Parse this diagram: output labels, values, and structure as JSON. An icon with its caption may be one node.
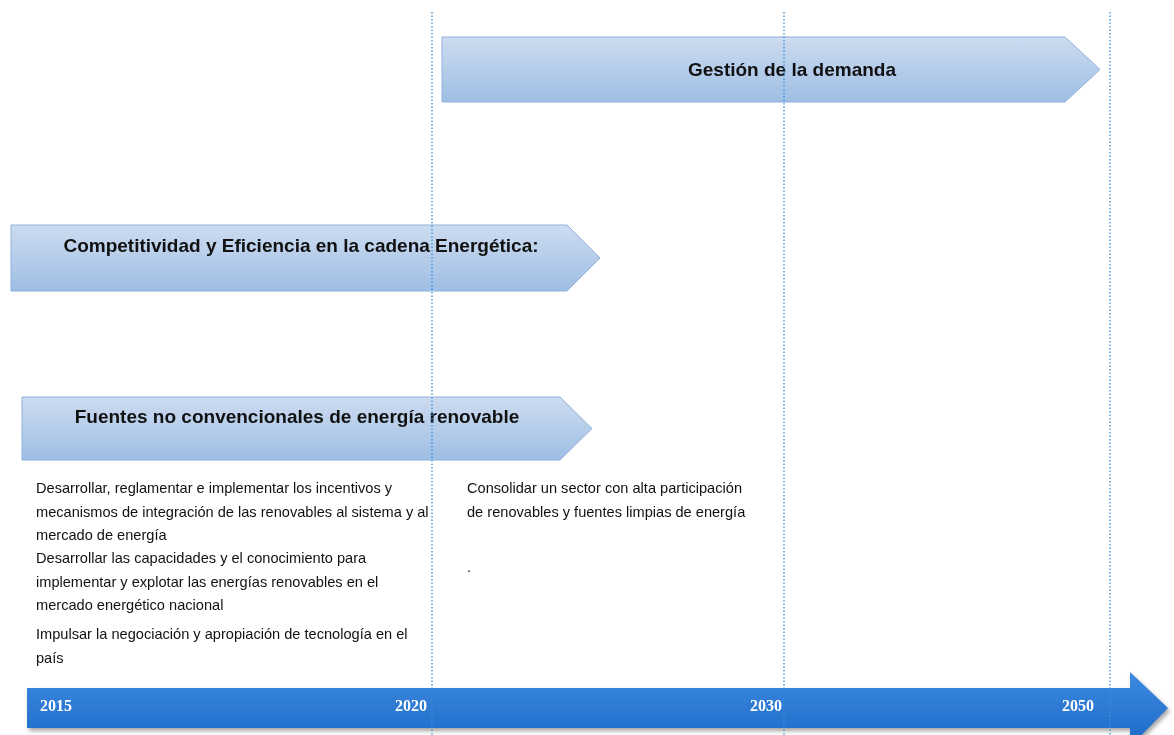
{
  "diagram": {
    "nodes": [
      {
        "text": [
          "Gestión de la demanda"
        ]
      },
      {
        "text": [
          "Competitividad y Eficiencia en la cadena Energética:"
        ]
      },
      {
        "text": [
          "Fuentes no convencionales de energía renovable"
        ]
      },
      {
        "text": [
          "2015",
          "2020",
          "2030",
          "2050"
        ]
      }
    ],
    "labels": [
      "Desarrollar, reglamentar e implementar los incentivos y mecanismos de integración de las renovables al sistema y al mercado de energía",
      "Desarrollar las capacidades y el conocimiento para implementar y explotar las energías renovables en el mercado energético nacional",
      "Impulsar la negociación y apropiación de tecnología en el país",
      "Consolidar un sector con alta participación de renovables y fuentes limpias de energía",
      "."
    ]
  }
}
